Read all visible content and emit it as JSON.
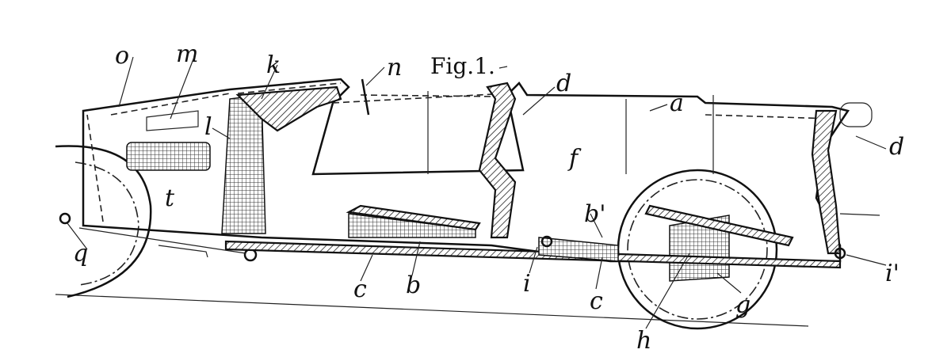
{
  "figure": {
    "title": "Fig.1.",
    "labels": {
      "o": "o",
      "m": "m",
      "k": "k",
      "n": "n",
      "d_top": "d",
      "a": "a",
      "d_right": "d",
      "l": "l",
      "t": "t",
      "f": "f",
      "b_prime": "b'",
      "q": "q",
      "c_left": "c",
      "b": "b",
      "i": "i",
      "c_right": "c",
      "g": "g",
      "h": "h",
      "i_prime": "i'"
    }
  }
}
